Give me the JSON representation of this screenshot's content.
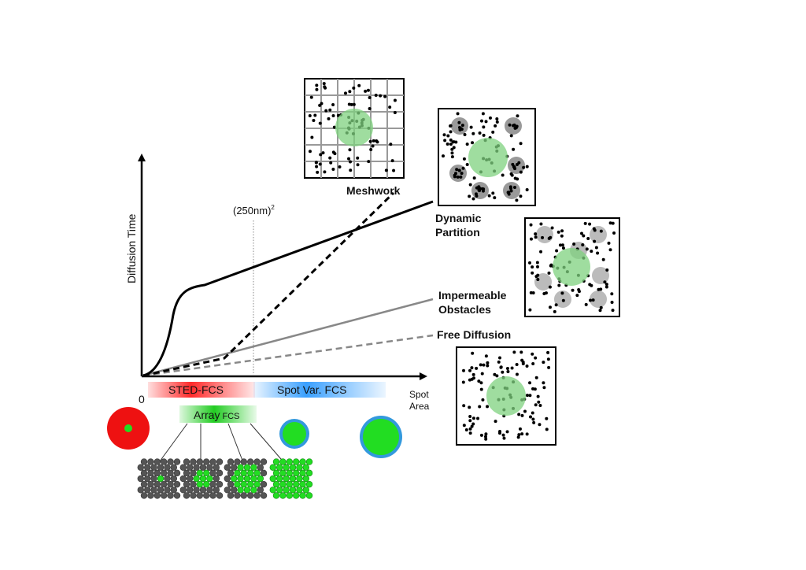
{
  "axes": {
    "y_label": "Diffusion Time",
    "x_label_line1": "Spot",
    "x_label_line2": "Area",
    "origin": "0"
  },
  "marker": {
    "label": "(250nm)",
    "superscript": "2"
  },
  "curves": {
    "meshwork": "Meshwork",
    "dynamic_line1": "Dynamic",
    "dynamic_line2": "Partition",
    "obstacles_line1": "Impermeable",
    "obstacles_line2": "Obstacles",
    "free": "Free Diffusion"
  },
  "techniques": {
    "sted": "STED-FCS",
    "spotvar": "Spot Var. FCS",
    "array_main": "Array",
    "array_sub": "FCS"
  },
  "colors": {
    "green": "#22dd22",
    "red": "#ee1111",
    "blue": "#3399dd",
    "spot_green": "#7fd27f",
    "grey": "#888888"
  }
}
